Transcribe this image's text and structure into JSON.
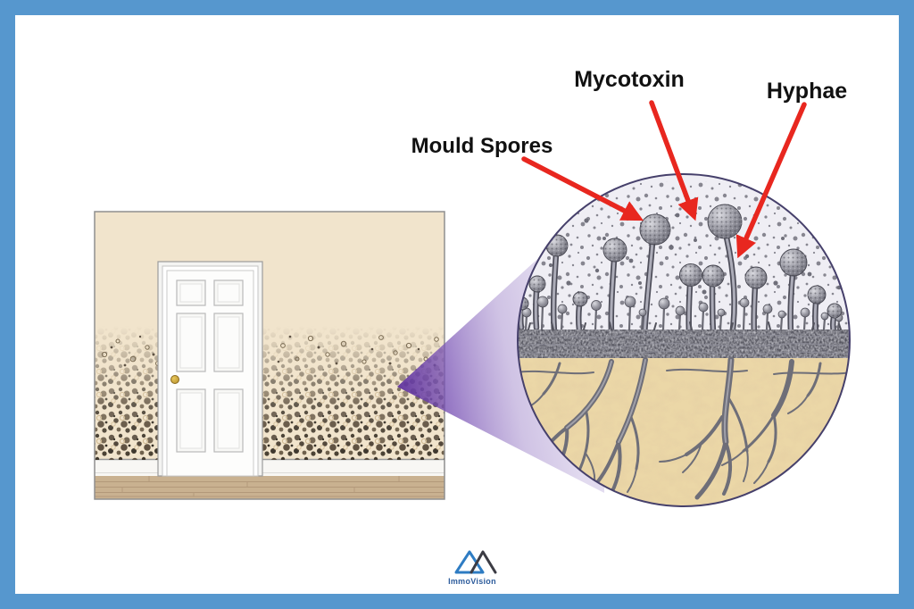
{
  "frame": {
    "border_color": "#5697CE",
    "background": "#FFFFFF"
  },
  "annotations": {
    "labels": [
      {
        "id": "mould-spores",
        "text": "Mould Spores"
      },
      {
        "id": "mycotoxin",
        "text": "Mycotoxin"
      },
      {
        "id": "hyphae",
        "text": "Hyphae"
      }
    ],
    "arrow_color": "#E8271F",
    "label_color": "#111111"
  },
  "illustration": {
    "wall_color": "#F1E4CC",
    "floor_color": "#C9B190",
    "magnifier_outline_color": "#46406B",
    "magnifier_background": "#EFEEF4",
    "cone_color": "#5C2E9E",
    "substrate_color": "#EBD7A7",
    "mould_dark": "#4A4034"
  },
  "footer": {
    "logo_text": "ImmoVision",
    "logo_blue": "#2E7CC3",
    "logo_dark": "#3C3C44",
    "logo_text_color": "#2D5C9C"
  }
}
